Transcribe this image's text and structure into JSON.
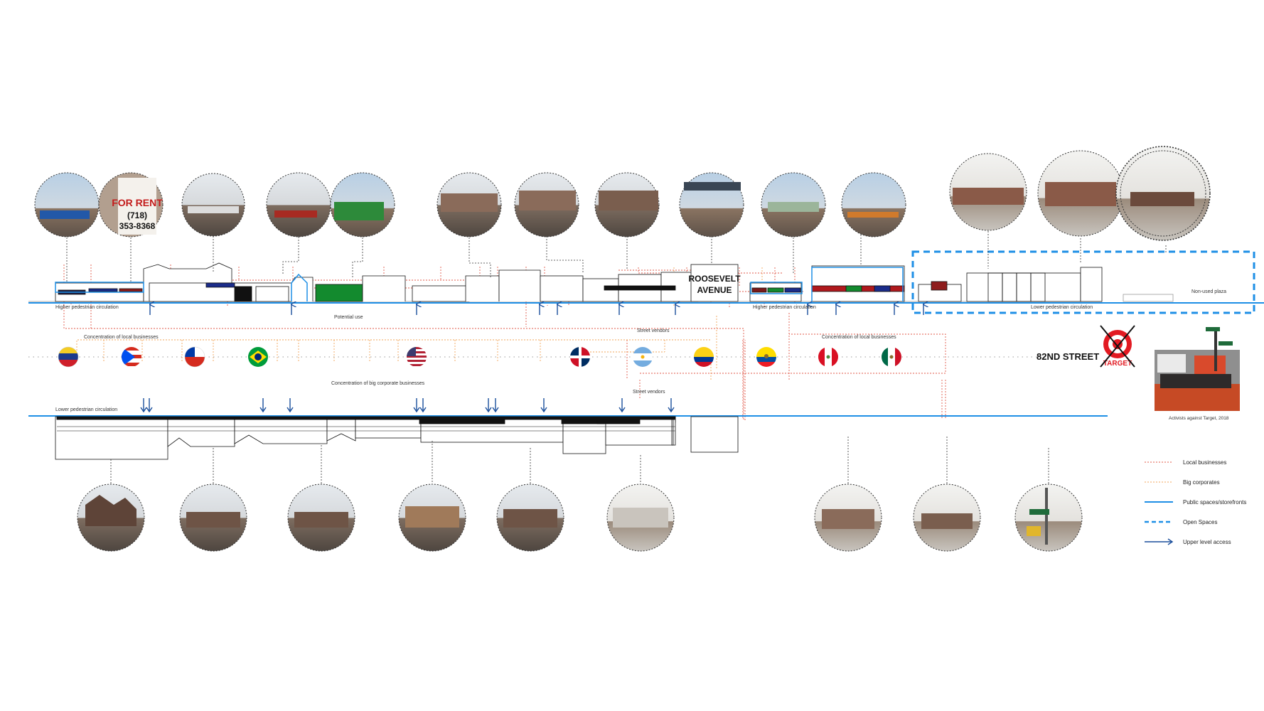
{
  "labels": {
    "higher_circ_left": "Higher pedestrian circulation",
    "potential_use": "Potential use",
    "concentration_local_left": "Concentration of local businesses",
    "street_vendors_top": "Street vendors",
    "higher_circ_right": "Higher pedestrian circulation",
    "concentration_local_right": "Concentration of local businesses",
    "lower_circ_right": "Lower pedestrian circulation",
    "non_used_plaza": "Non-used plaza",
    "concentration_big": "Concentration of big corporate businesses",
    "street_vendors_bottom": "Street vendors",
    "lower_circ_left": "Lower pedestrian circulation",
    "street_name": "82ND STREET",
    "avenue_line1": "ROOSEVELT",
    "avenue_line2": "AVENUE",
    "target_text": "TARGET",
    "photo_caption": "Activists against Target, 2018"
  },
  "for_rent_sign": {
    "line1": "FOR RENT",
    "line2": "(718)",
    "line3": "353-8368"
  },
  "legend": [
    {
      "label": "Local businesses",
      "style": "dotted-red"
    },
    {
      "label": "Big corporates",
      "style": "dotted-orange"
    },
    {
      "label": "Public spaces/storefronts",
      "style": "solid-blue"
    },
    {
      "label": "Open Spaces",
      "style": "dashed-blue"
    },
    {
      "label": "Upper level access",
      "style": "arrow"
    }
  ],
  "flags": [
    {
      "country": "Venezuela"
    },
    {
      "country": "Puerto Rico"
    },
    {
      "country": "Chile"
    },
    {
      "country": "Brazil"
    },
    {
      "country": "United States"
    },
    {
      "country": "Dominican Republic"
    },
    {
      "country": "Argentina"
    },
    {
      "country": "Colombia"
    },
    {
      "country": "Ecuador"
    },
    {
      "country": "Peru"
    },
    {
      "country": "Mexico"
    }
  ],
  "colors": {
    "local": "#e05a4a",
    "corporate": "#f2a65a",
    "public": "#1e8fe6",
    "arrow": "#1b4f9c"
  }
}
